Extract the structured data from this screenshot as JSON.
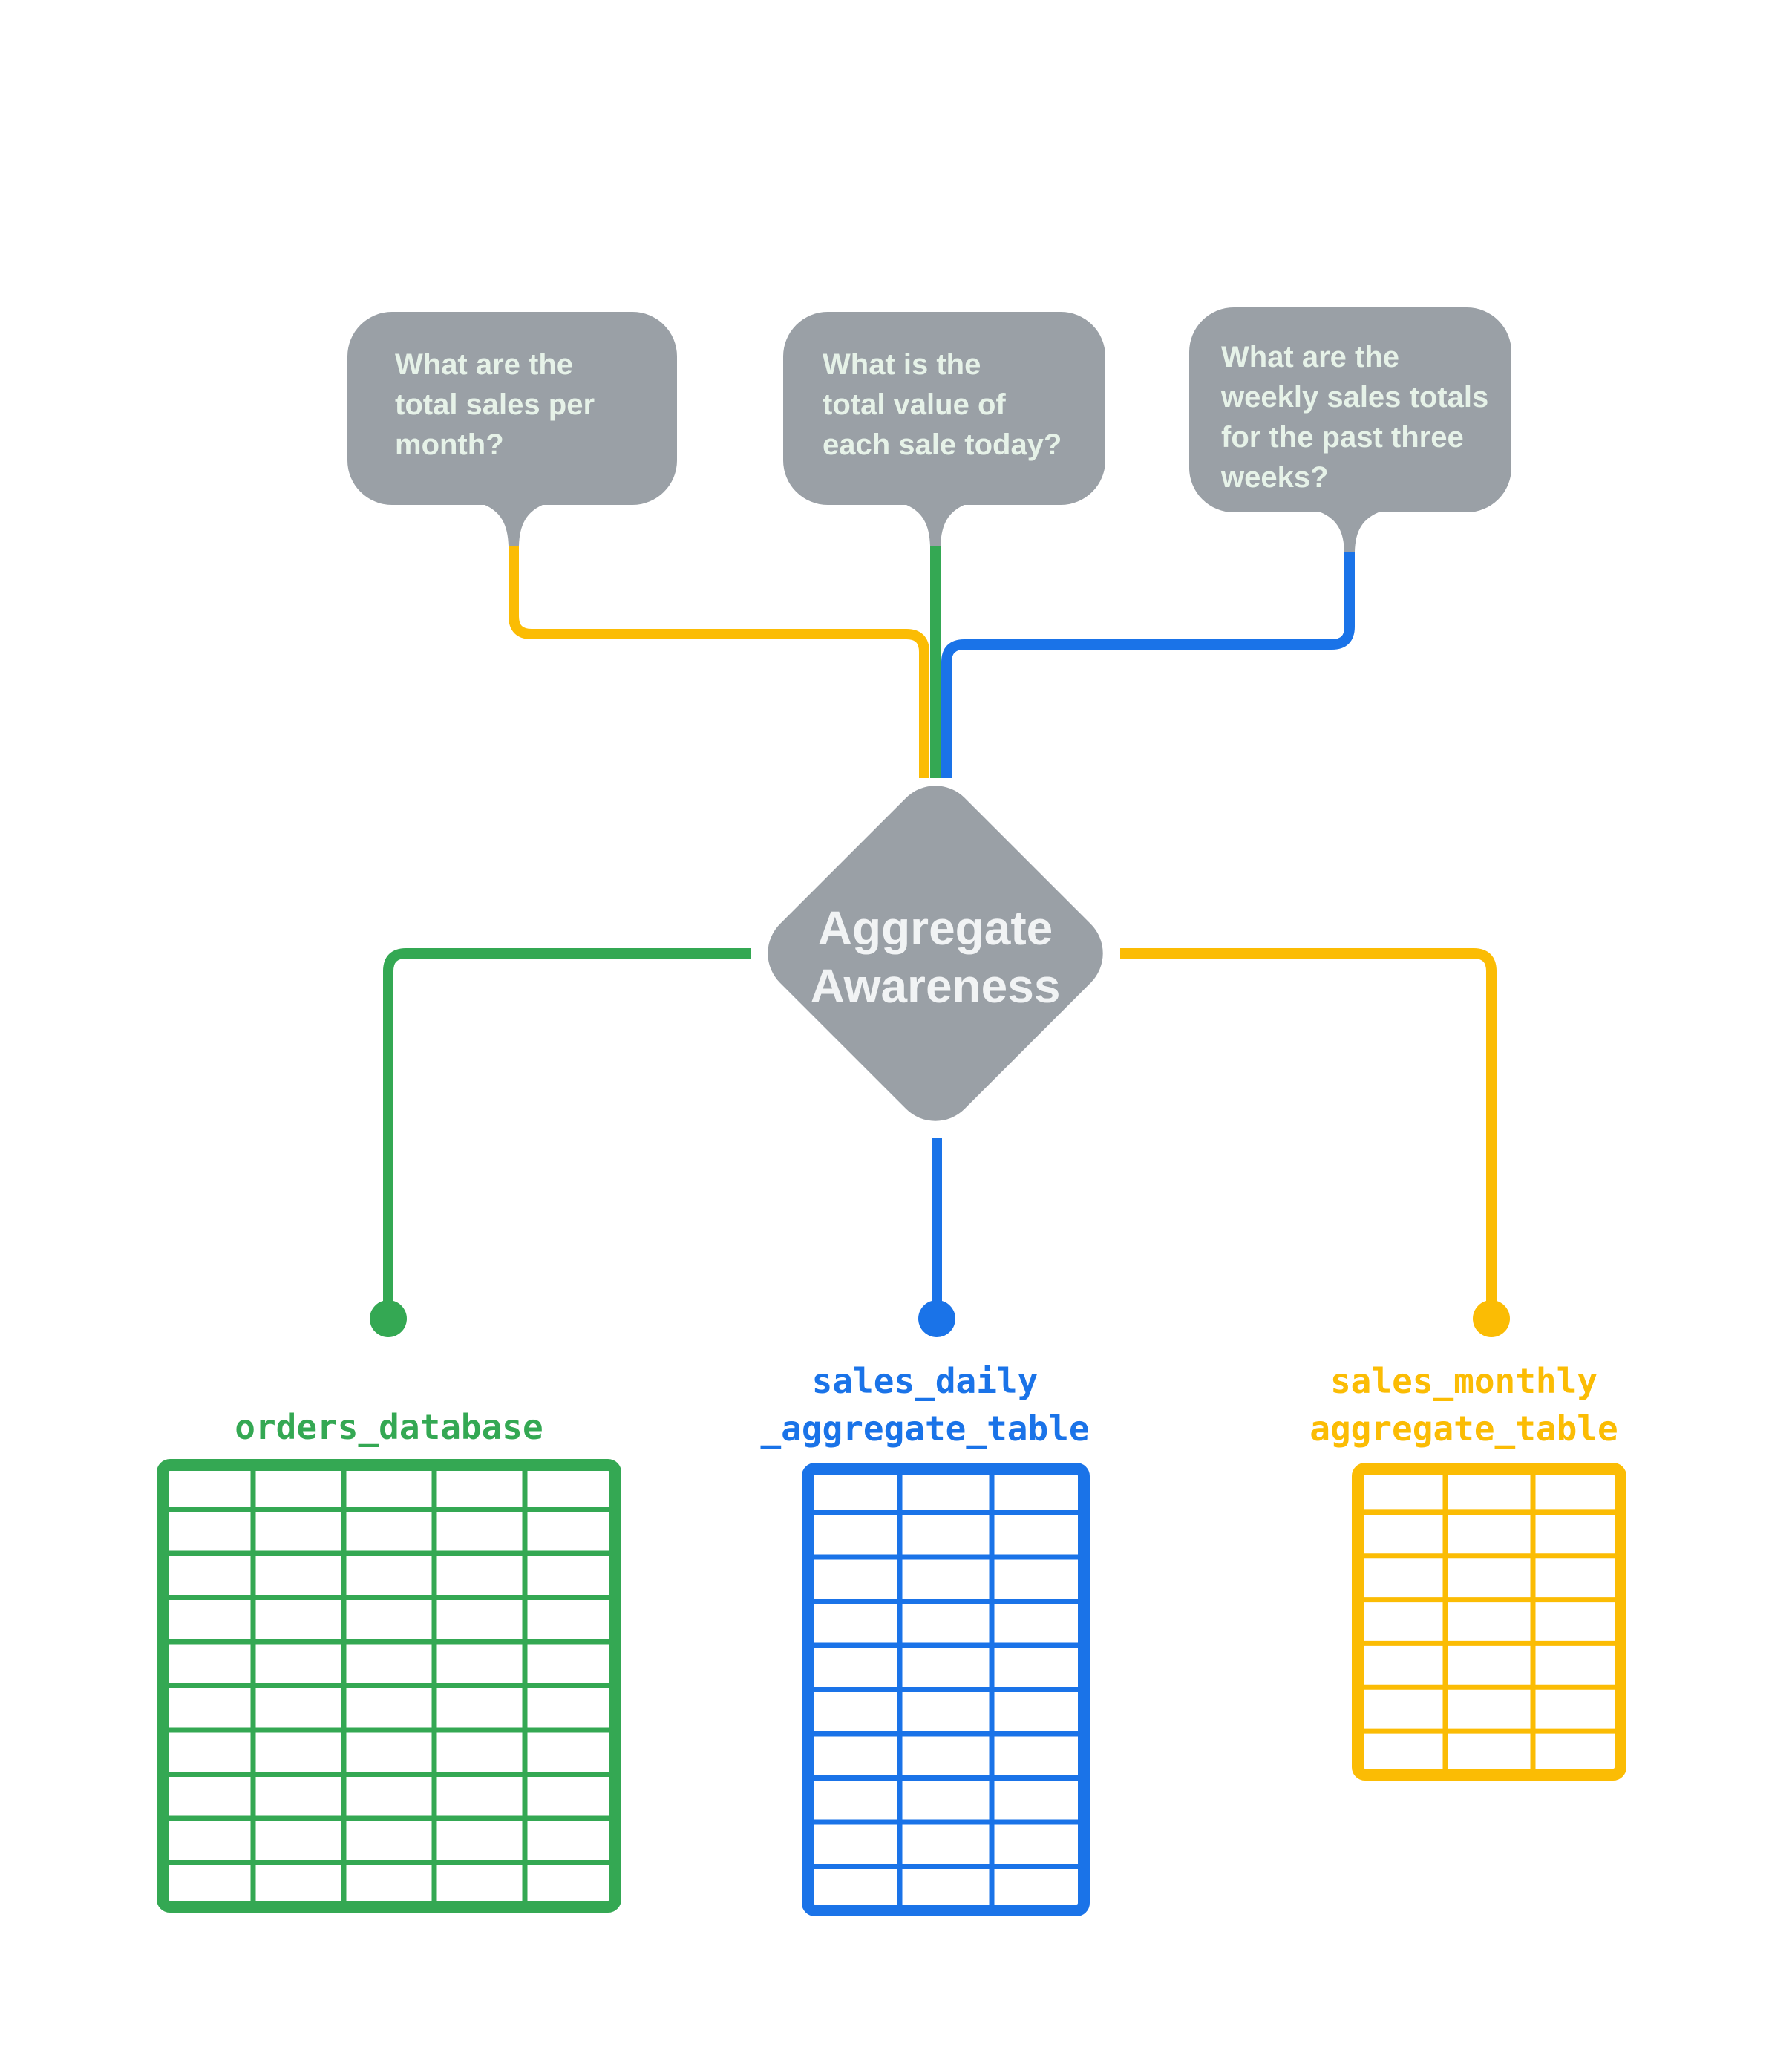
{
  "questions": [
    {
      "lines": [
        "What are the",
        "total sales per",
        "month?"
      ]
    },
    {
      "lines": [
        "What is the",
        "total value of",
        "each sale today?"
      ]
    },
    {
      "lines": [
        "What are the",
        "weekly sales totals",
        "for the past three",
        "weeks?"
      ]
    }
  ],
  "diamond": {
    "line1": "Aggregate",
    "line2": "Awareness"
  },
  "tables": [
    {
      "name_lines": [
        "orders_database"
      ],
      "rows": 10,
      "columns": 5,
      "color": "#34A853"
    },
    {
      "name_lines": [
        "sales_daily",
        "_aggregate_table"
      ],
      "rows": 10,
      "columns": 3,
      "color": "#1A73E8"
    },
    {
      "name_lines": [
        "sales_monthly",
        "aggregate_table"
      ],
      "rows": 7,
      "columns": 3,
      "color": "#FBBC04"
    }
  ],
  "colors": {
    "yellow": "#FBBC04",
    "green": "#34A853",
    "blue": "#1A73E8",
    "gray": "#9AA0A6",
    "bubble_text": "#E6F2E8",
    "diamond_text": "#F1F3F4",
    "background": "#FFFFFF"
  }
}
